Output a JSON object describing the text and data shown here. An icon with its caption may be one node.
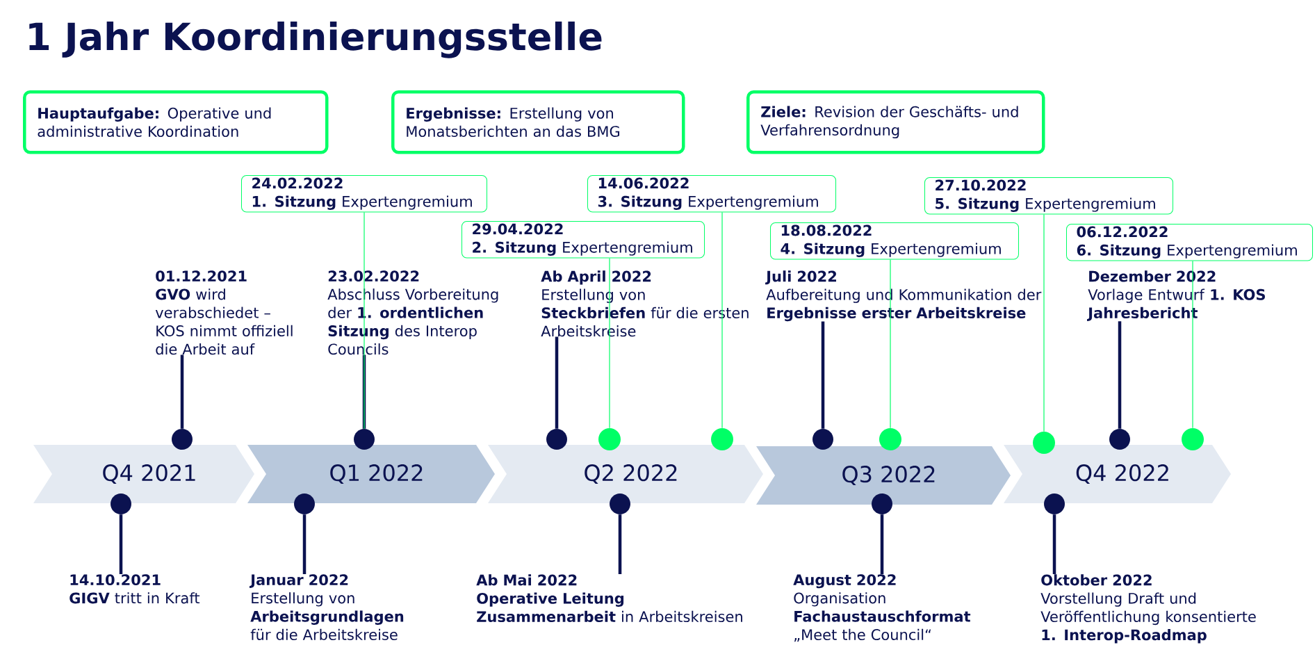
{
  "diagram": {
    "title": "1 Jahr Koordinierungsstelle",
    "nodes": [
      {
        "text": [
          "**Hauptaufgabe:** Operative und administrative Koordination"
        ]
      },
      {
        "text": [
          "**Ergebnisse:** Erstellung von Monatsberichten an das BMG"
        ]
      },
      {
        "text": [
          "**Ziele:** Revision der Geschäfts- und Verfahrensordnung"
        ]
      },
      {
        "text": [
          "24.02.2022",
          "**1. Sitzung** Expertengremium"
        ]
      },
      {
        "text": [
          "29.04.2022",
          "**2. Sitzung** Expertengremium"
        ]
      },
      {
        "text": [
          "14.06.2022",
          "**3. Sitzung** Expertengremium"
        ]
      },
      {
        "text": [
          "18.08.2022",
          "**4. Sitzung** Expertengremium"
        ]
      },
      {
        "text": [
          "27.10.2022",
          "**5. Sitzung** Expertengremium"
        ]
      },
      {
        "text": [
          "06.12.2022",
          "**6. Sitzung** Expertengremium"
        ]
      },
      {
        "text": [
          "Q4 2021"
        ]
      },
      {
        "text": [
          "Q1 2022"
        ]
      },
      {
        "text": [
          "Q2 2022"
        ]
      },
      {
        "text": [
          "Q3 2022"
        ]
      },
      {
        "text": [
          "Q4 2022"
        ]
      },
      {
        "text": [
          "01.12.2021",
          "**GVO** wird verabschiedet – KOS nimmt offiziell die Arbeit auf"
        ]
      },
      {
        "text": [
          "23.02.2022",
          "Abschluss Vorbereitung der **1. ordentlichen Sitzung** des Interop Councils"
        ]
      },
      {
        "text": [
          "Ab April 2022",
          "Erstellung von **Steckbriefen** für die ersten Arbeitskreise"
        ]
      },
      {
        "text": [
          "Juli 2022",
          "Aufbereitung und Kommunikation der **Ergebnisse erster Arbeitskreise**"
        ]
      },
      {
        "text": [
          "Dezember 2022",
          "Vorlage Entwurf **1. KOS Jahresbericht**"
        ]
      },
      {
        "text": [
          "14.10.2021",
          "**GIGV** tritt in Kraft"
        ]
      },
      {
        "text": [
          "Januar 2022",
          "Erstellung von **Arbeitsgrundlagen** für die Arbeitskreise"
        ]
      },
      {
        "text": [
          "Ab Mai 2022",
          "**Operative Leitung Zusammenarbeit** in Arbeitskreisen"
        ]
      },
      {
        "text": [
          "August 2022",
          "Organisation **Fachaustauschformat** „Meet the Council“"
        ]
      },
      {
        "text": [
          "Oktober 2022",
          "Vorstellung Draft und Veröffentlichung konsentierte **1. Interop-Roadmap**"
        ]
      },
      {
        "text": [],
        "shape": "circle"
      },
      {
        "text": [],
        "shape": "circle"
      },
      {
        "text": [],
        "shape": "circle"
      },
      {
        "text": [],
        "shape": "circle"
      },
      {
        "text": [],
        "shape": "circle"
      },
      {
        "text": [],
        "shape": "circle"
      },
      {
        "text": [],
        "shape": "circle"
      },
      {
        "text": [],
        "shape": "circle"
      },
      {
        "text": [],
        "shape": "circle"
      },
      {
        "text": [],
        "shape": "circle"
      },
      {
        "text": [],
        "shape": "circle"
      },
      {
        "text": [],
        "shape": "circle"
      },
      {
        "text": [],
        "shape": "circle"
      },
      {
        "text": [],
        "shape": "circle"
      },
      {
        "text": [],
        "shape": "circle"
      }
    ],
    "edges": [
      {
        "from": 14,
        "to": 24,
        "arrow": "none"
      },
      {
        "from": 15,
        "to": 25,
        "arrow": "none"
      },
      {
        "from": 16,
        "to": 26,
        "arrow": "none"
      },
      {
        "from": 17,
        "to": 29,
        "arrow": "none"
      },
      {
        "from": 18,
        "to": 32,
        "arrow": "none"
      },
      {
        "from": 19,
        "to": 34,
        "arrow": "none"
      },
      {
        "from": 20,
        "to": 35,
        "arrow": "none"
      },
      {
        "from": 21,
        "to": 36,
        "arrow": "none"
      },
      {
        "from": 22,
        "to": 37,
        "arrow": "none"
      },
      {
        "from": 23,
        "to": 38,
        "arrow": "none"
      },
      {
        "from": 3,
        "to": 25,
        "arrow": "none",
        "color": "#00ff66"
      },
      {
        "from": 4,
        "to": 27,
        "arrow": "none",
        "color": "#00ff66"
      },
      {
        "from": 5,
        "to": 28,
        "arrow": "none",
        "color": "#00ff66"
      },
      {
        "from": 6,
        "to": 30,
        "arrow": "none",
        "color": "#00ff66"
      },
      {
        "from": 7,
        "to": 31,
        "arrow": "none",
        "color": "#00ff66"
      },
      {
        "from": 8,
        "to": 33,
        "arrow": "none",
        "color": "#00ff66"
      }
    ]
  }
}
